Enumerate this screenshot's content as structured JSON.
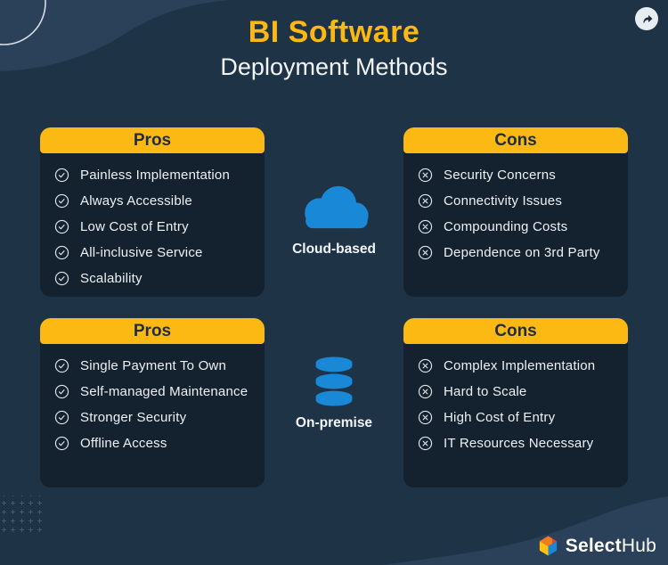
{
  "header": {
    "title": "BI Software",
    "subtitle": "Deployment Methods"
  },
  "share_button": {
    "icon": "share-arrow-icon"
  },
  "sections": [
    {
      "label": "Cloud-based",
      "icon": "cloud-icon",
      "pros": {
        "title": "Pros",
        "icon": "check-circle-icon",
        "items": [
          "Painless Implementation",
          "Always Accessible",
          "Low Cost of Entry",
          "All-inclusive Service",
          "Scalability"
        ]
      },
      "cons": {
        "title": "Cons",
        "icon": "x-circle-icon",
        "items": [
          "Security Concerns",
          "Connectivity Issues",
          "Compounding Costs",
          "Dependence on 3rd Party"
        ]
      }
    },
    {
      "label": "On-premise",
      "icon": "database-icon",
      "pros": {
        "title": "Pros",
        "icon": "check-circle-icon",
        "items": [
          "Single Payment To Own",
          "Self-managed Maintenance",
          "Stronger Security",
          "Offline Access"
        ]
      },
      "cons": {
        "title": "Cons",
        "icon": "x-circle-icon",
        "items": [
          "Complex Implementation",
          "Hard to Scale",
          "High Cost of Entry",
          "IT Resources Necessary"
        ]
      }
    }
  ],
  "footer": {
    "logo_select": "Select",
    "logo_hub": "Hub"
  },
  "colors": {
    "background": "#1F3347",
    "background_wave": "#2A4159",
    "card": "#14212E",
    "accent_yellow": "#FCB813",
    "header_text": "#1D2E42",
    "body_text": "#EEF1F4",
    "icon_blue": "#1988D6",
    "logo_orange": "#F47B20",
    "logo_red": "#E34234",
    "logo_yellow": "#FFC20E",
    "logo_blue": "#1B87D8"
  }
}
